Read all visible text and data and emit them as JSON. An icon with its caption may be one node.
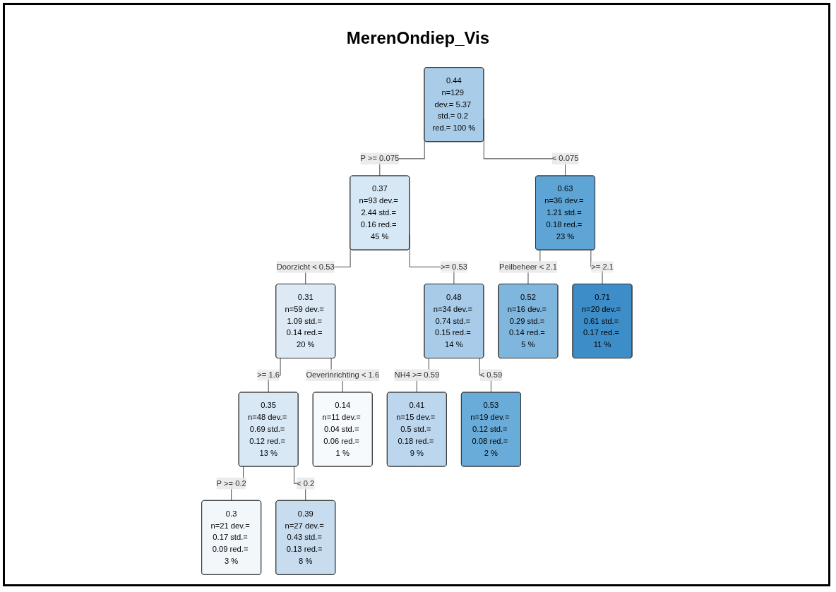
{
  "diagram": {
    "title": "MerenOndiep_Vis",
    "nodes": [
      {
        "text": [
          "0.44",
          "n=129 dev.= 5.37 std.= 0.2 red.= 100 %"
        ]
      },
      {
        "text": [
          "0.37",
          "n=93 dev.= 2.44 std.= 0.16 red.= 45 %"
        ]
      },
      {
        "text": [
          "0.63",
          "n=36 dev.= 1.21 std.= 0.18 red.= 23 %"
        ]
      },
      {
        "text": [
          "0.31",
          "n=59 dev.= 1.09 std.= 0.14 red.= 20 %"
        ]
      },
      {
        "text": [
          "0.48",
          "n=34 dev.= 0.74 std.= 0.15 red.= 14 %"
        ]
      },
      {
        "text": [
          "0.35",
          "n=48 dev.= 0.69 std.= 0.12 red.= 13 %"
        ]
      },
      {
        "text": [
          "0.14",
          "n=11 dev.= 0.04 std.= 0.06 red.= 1 %"
        ]
      },
      {
        "text": [
          "0.3",
          "n=21 dev.= 0.17 std.= 0.09 red.= 3 %"
        ]
      },
      {
        "text": [
          "0.39",
          "n=27 dev.= 0.43 std.= 0.13 red.= 8 %"
        ]
      },
      {
        "text": [
          "0.41",
          "n=15 dev.= 0.5 std.= 0.18 red.= 9 %"
        ]
      },
      {
        "text": [
          "0.53",
          "n=19 dev.= 0.12 std.= 0.08 red.= 2 %"
        ]
      },
      {
        "text": [
          "0.52",
          "n=16 dev.= 0.29 std.= 0.14 red.= 5 %"
        ]
      },
      {
        "text": [
          "0.71",
          "n=20 dev.= 0.61 std.= 0.17 red.= 11 %"
        ]
      }
    ],
    "edges": [
      {
        "from": 0,
        "to": 1,
        "arrow": "none",
        "label": "P >= 0.075"
      },
      {
        "from": 0,
        "to": 2,
        "arrow": "none",
        "label": "< 0.075"
      },
      {
        "from": 1,
        "to": 3,
        "arrow": "none",
        "label": "Doorzicht < 0.53"
      },
      {
        "from": 1,
        "to": 4,
        "arrow": "none",
        "label": ">= 0.53"
      },
      {
        "from": 2,
        "to": 11,
        "arrow": "none",
        "label": "Peilbeheer < 2.1"
      },
      {
        "from": 2,
        "to": 12,
        "arrow": "none",
        "label": ">= 2.1"
      },
      {
        "from": 3,
        "to": 6,
        "arrow": "none",
        "label": "Oeverinrichting < 1.6"
      },
      {
        "from": 3,
        "to": 5,
        "arrow": "none",
        "label": ">= 1.6"
      },
      {
        "from": 4,
        "to": 9,
        "arrow": "none",
        "label": "NH4 >= 0.59"
      },
      {
        "from": 4,
        "to": 10,
        "arrow": "none",
        "label": "< 0.59"
      },
      {
        "from": 5,
        "to": 7,
        "arrow": "none",
        "label": "P >= 0.2"
      },
      {
        "from": 5,
        "to": 8,
        "arrow": "none",
        "label": "< 0.2"
      }
    ]
  }
}
